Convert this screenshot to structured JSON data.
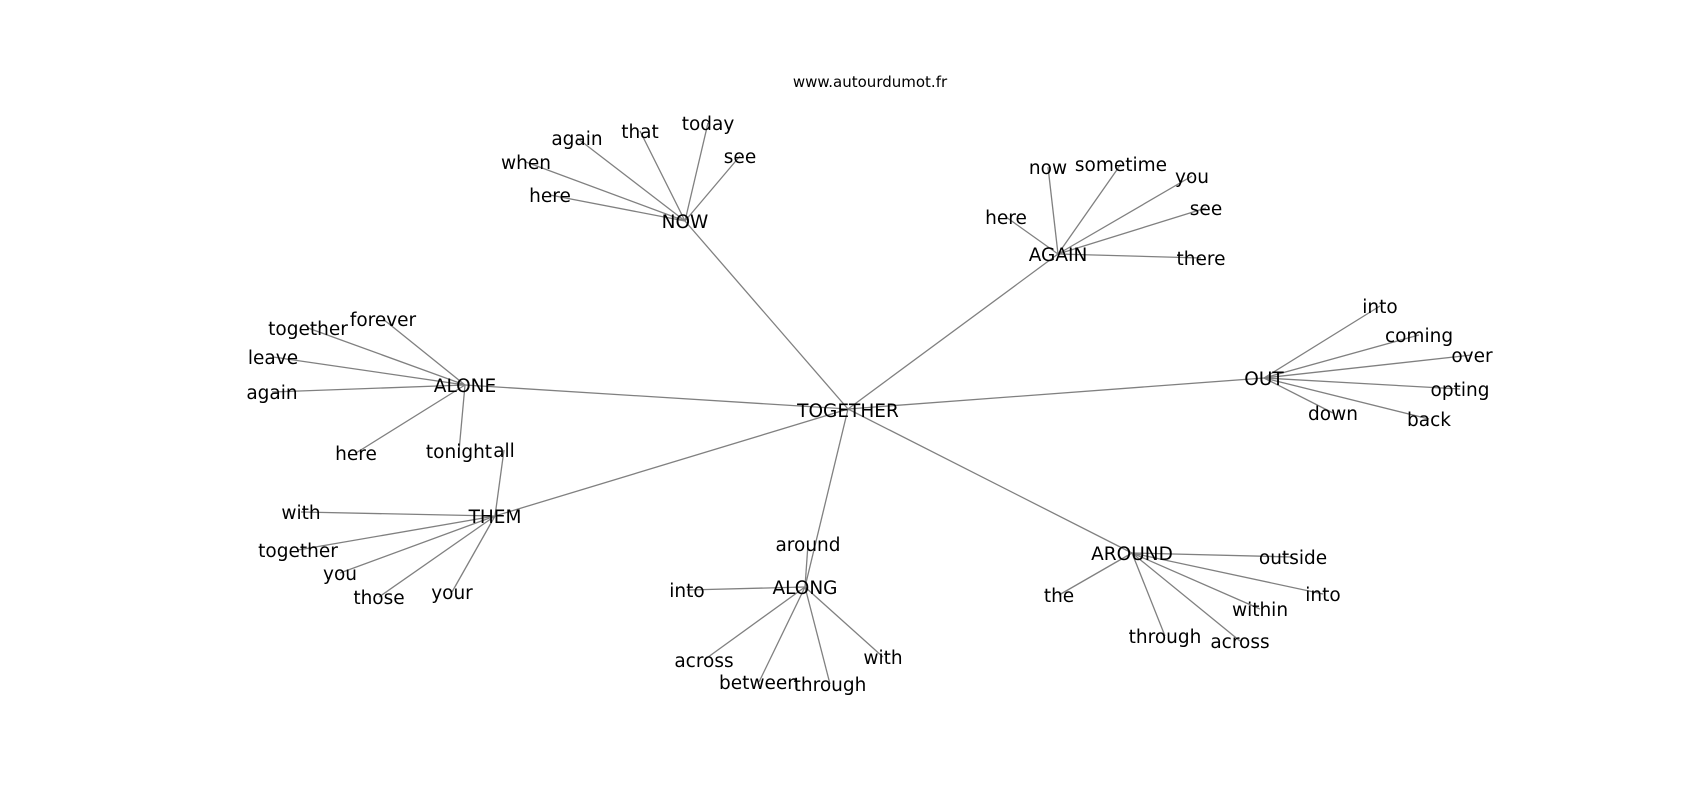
{
  "site": "www.autourdumot.fr",
  "center": "TOGETHER",
  "clusters": [
    {
      "hub": "NOW",
      "words": [
        "again",
        "that",
        "today",
        "see",
        "when",
        "here"
      ]
    },
    {
      "hub": "AGAIN",
      "words": [
        "now",
        "sometime",
        "you",
        "see",
        "here",
        "there"
      ]
    },
    {
      "hub": "ALONE",
      "words": [
        "forever",
        "together",
        "leave",
        "again",
        "here",
        "tonight"
      ]
    },
    {
      "hub": "OUT",
      "words": [
        "into",
        "coming",
        "over",
        "opting",
        "down",
        "back"
      ]
    },
    {
      "hub": "THEM",
      "words": [
        "all",
        "with",
        "together",
        "you",
        "those",
        "your"
      ]
    },
    {
      "hub": "ALONG",
      "words": [
        "around",
        "into",
        "across",
        "between",
        "through",
        "with"
      ]
    },
    {
      "hub": "AROUND",
      "words": [
        "outside",
        "into",
        "the",
        "within",
        "through",
        "across"
      ]
    }
  ],
  "colors": {
    "edge": "#808080",
    "text": "#000000",
    "background": "#ffffff"
  }
}
